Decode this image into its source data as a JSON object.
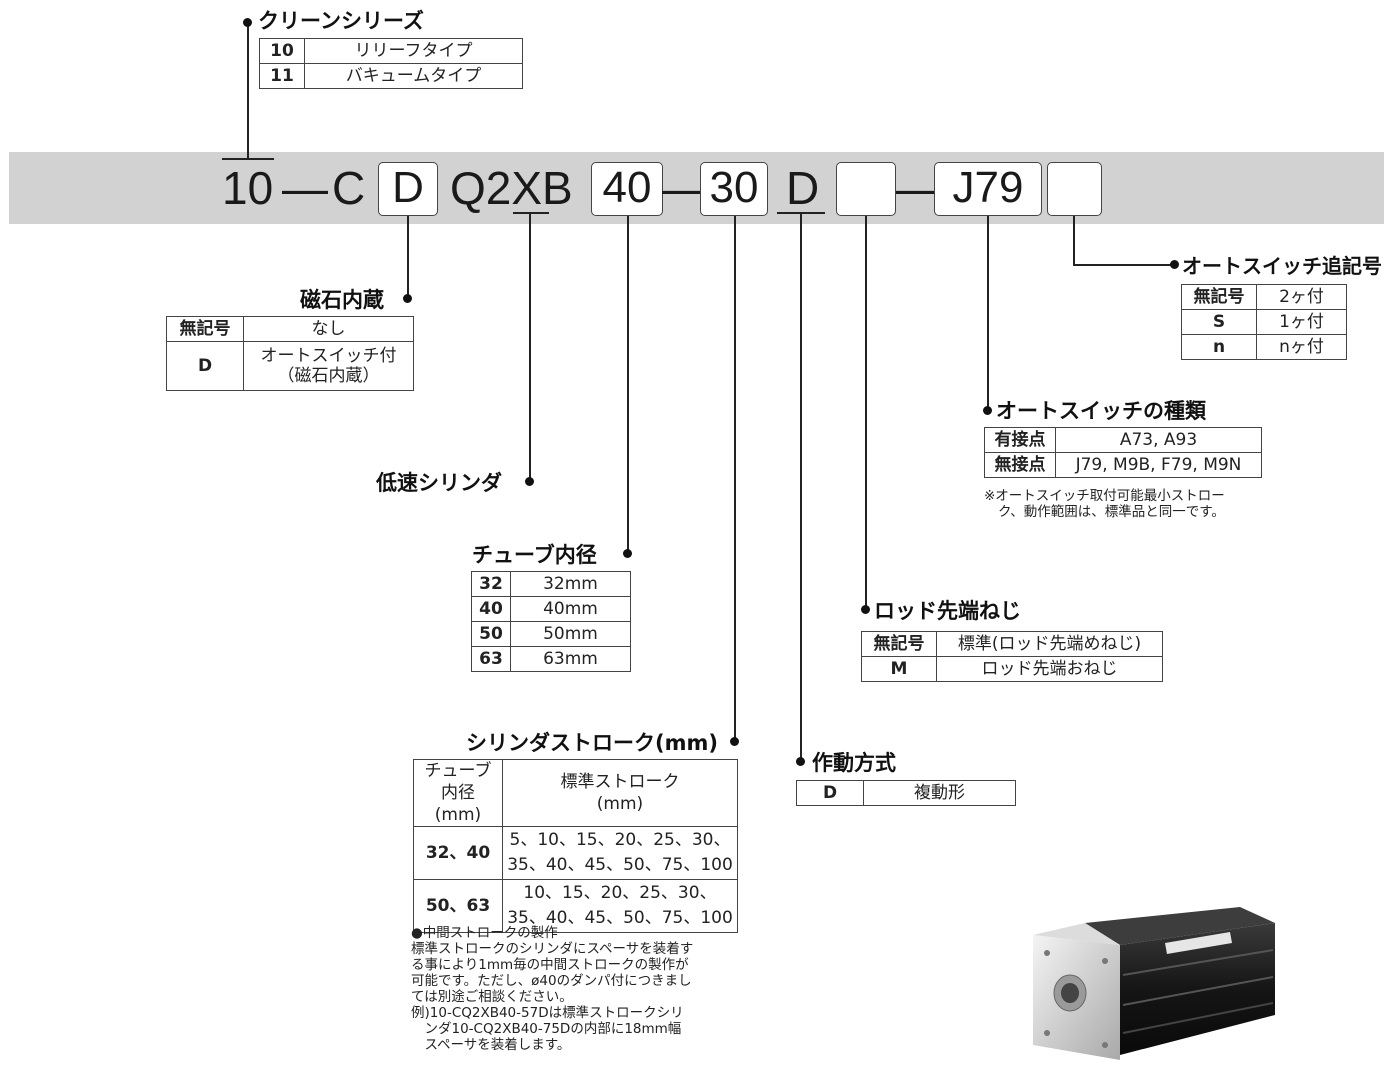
{
  "model_code": {
    "part1": "10",
    "dash1": "—",
    "part2": "C",
    "box_magnet": "D",
    "part3": "Q2XB",
    "box_bore": "40",
    "dash2": "—",
    "box_stroke": "30",
    "action": "D",
    "box_rod": "",
    "dash3": "—",
    "box_switch": "J79",
    "box_switch_count": ""
  },
  "clean_series": {
    "heading": "クリーンシリーズ",
    "rows": [
      {
        "code": "10",
        "desc": "リリーフタイプ"
      },
      {
        "code": "11",
        "desc": "バキュームタイプ"
      }
    ]
  },
  "magnet": {
    "heading": "磁石内蔵",
    "rows": [
      {
        "code": "無記号",
        "desc": "なし"
      },
      {
        "code": "D",
        "desc1": "オートスイッチ付",
        "desc2": "（磁石内蔵）"
      }
    ]
  },
  "low_speed": {
    "heading": "低速シリンダ"
  },
  "bore": {
    "heading": "チューブ内径",
    "rows": [
      {
        "code": "32",
        "desc": "32mm"
      },
      {
        "code": "40",
        "desc": "40mm"
      },
      {
        "code": "50",
        "desc": "50mm"
      },
      {
        "code": "63",
        "desc": "63mm"
      }
    ]
  },
  "stroke": {
    "heading": "シリンダストローク(mm)",
    "col1_line1": "チューブ",
    "col1_line2": "内径(mm)",
    "col2_line1": "標準ストローク",
    "col2_line2": "(mm)",
    "rows": [
      {
        "bore": "32、40",
        "line1": "5、10、15、20、25、30、",
        "line2": "35、40、45、50、75、100"
      },
      {
        "bore": "50、63",
        "line1": "10、15、20、25、30、",
        "line2": "35、40、45、50、75、100"
      }
    ],
    "note_title": "●中間ストロークの製作",
    "note_lines": [
      "標準ストロークのシリンダにスペーサを装着す",
      "る事により1mm毎の中間ストロークの製作が",
      "可能です。ただし、ø40のダンパ付につきまし",
      "ては別途ご相談ください。",
      "例)10-CQ2XB40-57Dは標準ストロークシリ",
      "　ンダ10-CQ2XB40-75Dの内部に18mm幅",
      "　スペーサを装着します。"
    ]
  },
  "action": {
    "heading": "作動方式",
    "rows": [
      {
        "code": "D",
        "desc": "複動形"
      }
    ]
  },
  "rod_end": {
    "heading": "ロッド先端ねじ",
    "rows": [
      {
        "code": "無記号",
        "desc": "標準(ロッド先端めねじ)"
      },
      {
        "code": "M",
        "desc": "ロッド先端おねじ"
      }
    ]
  },
  "switch_type": {
    "heading": "オートスイッチの種類",
    "rows": [
      {
        "code": "有接点",
        "desc": "A73, A93"
      },
      {
        "code": "無接点",
        "desc": "J79, M9B, F79, M9N"
      }
    ],
    "note_line1": "※オートスイッチ取付可能最小ストロー",
    "note_line2": "ク、動作範囲は、標準品と同一です。"
  },
  "switch_count": {
    "heading": "オートスイッチ追記号",
    "rows": [
      {
        "code": "無記号",
        "desc": "2ヶ付"
      },
      {
        "code": "S",
        "desc": "1ヶ付"
      },
      {
        "code": "n",
        "desc": "nヶ付"
      }
    ]
  },
  "colors": {
    "bar": "#d2d2d2",
    "line": "#222222"
  }
}
